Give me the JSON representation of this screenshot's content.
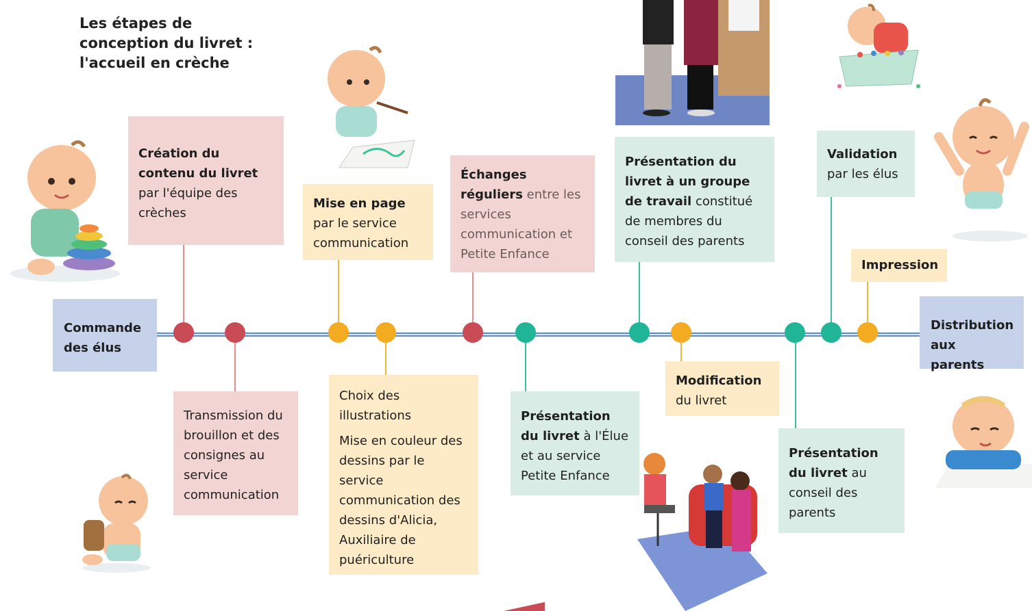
{
  "title": "Les étapes de conception du livret : l'accueil en crèche",
  "colors": {
    "red": "#c94b55",
    "yellow": "#f3ab22",
    "green": "#1fb596",
    "axis": "#5a8ac6"
  },
  "start": "Commande des élus",
  "end": "Distribution aux parents",
  "steps": {
    "creation": {
      "bold": "Création du contenu du livret",
      "text": "par l'équipe des crèches"
    },
    "transmission": {
      "text": "Transmission du brouillon et des consignes au service communication"
    },
    "mise_en_page": {
      "bold": "Mise en page",
      "text": "par le service communication"
    },
    "choix": {
      "line1": "Choix des illustrations",
      "line2": "Mise en couleur des dessins par le service communication des dessins d'Alicia, Auxiliaire de puériculture"
    },
    "echanges": {
      "bold": "Échanges réguliers",
      "text": "entre les services communication et Petite Enfance"
    },
    "pres_elue": {
      "bold": "Présentation du livret",
      "text": "à l'Élue et au service Petite Enfance"
    },
    "pres_groupe": {
      "bold": "Présentation du livret à un groupe de travail",
      "text": "constitué de membres du conseil des parents"
    },
    "modification": {
      "bold": "Modification",
      "text": "du livret"
    },
    "pres_conseil": {
      "bold": "Présentation du livret",
      "text": "au conseil des parents"
    },
    "validation": {
      "bold": "Validation",
      "text": "par les élus"
    },
    "impression": {
      "bold": "Impression"
    }
  },
  "illustrations": [
    "baby-stacking-rings",
    "baby-painting",
    "parents-at-noticeboard",
    "baby-ball-pit",
    "baby-cheering",
    "baby-with-toy-horse",
    "family-meeting-scene",
    "baby-crawling"
  ]
}
